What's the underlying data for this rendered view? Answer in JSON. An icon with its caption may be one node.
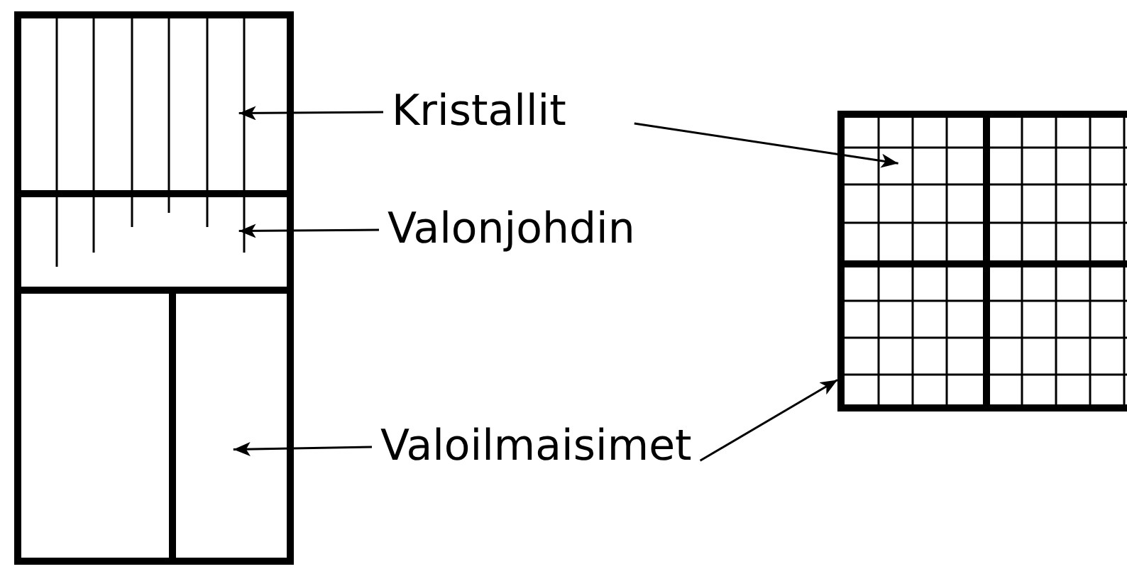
{
  "diagram": {
    "nodes": [
      {
        "text": [],
        "shape": "box"
      },
      {
        "text": [],
        "shape": "box",
        "in": 0
      },
      {
        "text": [],
        "shape": "box",
        "in": 0
      },
      {
        "text": [],
        "shape": "box",
        "in": 0
      },
      {
        "text": [],
        "shape": "box",
        "in": 0
      },
      {
        "text": [
          "Kristallit"
        ]
      },
      {
        "text": [
          "Valonjohdin"
        ]
      },
      {
        "text": [
          "Valoilmaisimet"
        ]
      },
      {
        "text": [],
        "shape": "box"
      }
    ],
    "edges": [
      {
        "from": 5,
        "to": 1,
        "arrow": "to"
      },
      {
        "from": 5,
        "to": 8,
        "arrow": "to"
      },
      {
        "from": 6,
        "to": 2,
        "arrow": "to"
      },
      {
        "from": 7,
        "to": 4,
        "arrow": "to"
      },
      {
        "from": 7,
        "to": 8,
        "arrow": "to"
      }
    ]
  }
}
